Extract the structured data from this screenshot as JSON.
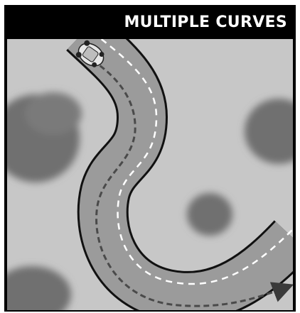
{
  "panel": {
    "title": "MULTIPLE CURVES"
  },
  "scene": {
    "description_icons": [
      "road",
      "vehicle",
      "tree",
      "direction-arrow"
    ],
    "colors": {
      "ground": "#c7c7c7",
      "road": "#9b9b9b",
      "road_edge": "#111111",
      "center_line": "#ffffff",
      "path_dash": "#4a4a4a",
      "tree": "#6f6f6f",
      "frame": "#000000"
    }
  }
}
